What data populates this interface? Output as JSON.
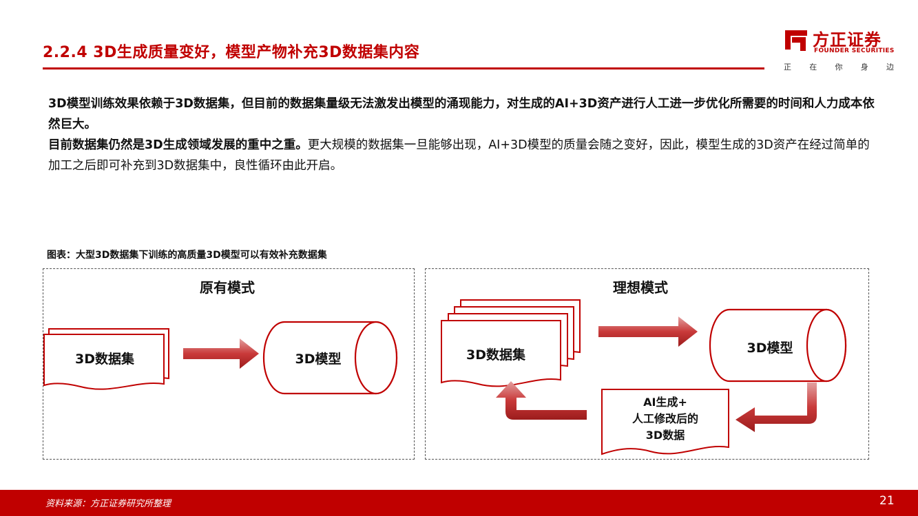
{
  "header": {
    "title": "2.2.4 3D生成质量变好，模型产物补充3D数据集内容",
    "logo": {
      "name": "方正证券",
      "english": "FOUNDER SECURITIES",
      "slogan": [
        "正",
        "在",
        "你",
        "身",
        "边"
      ]
    },
    "accent_color": "#c00000"
  },
  "body": {
    "paragraph1": "3D模型训练效果依赖于3D数据集，但目前的数据集量级无法激发出模型的涌现能力，对生成的AI+3D资产进行人工进一步优化所需要的时间和人力成本依然巨大。",
    "paragraph2_bold": "目前数据集仍然是3D生成领域发展的重中之重。",
    "paragraph2_rest": "更大规模的数据集一旦能够出现，AI+3D模型的质量会随之变好，因此，模型生成的3D资产在经过简单的加工之后即可补充到3D数据集中，良性循环由此开启。"
  },
  "figure": {
    "caption": "图表：大型3D数据集下训练的高质量3D模型可以有效补充数据集",
    "left_panel": {
      "title": "原有模式",
      "dataset_label": "3D数据集",
      "model_label": "3D模型"
    },
    "right_panel": {
      "title": "理想模式",
      "dataset_label": "3D数据集",
      "model_label": "3D模型",
      "generated_lines": [
        "AI生成+",
        "人工修改后的",
        "3D数据"
      ]
    }
  },
  "footer": {
    "source": "资料来源：方正证券研究所整理",
    "page": "21"
  }
}
